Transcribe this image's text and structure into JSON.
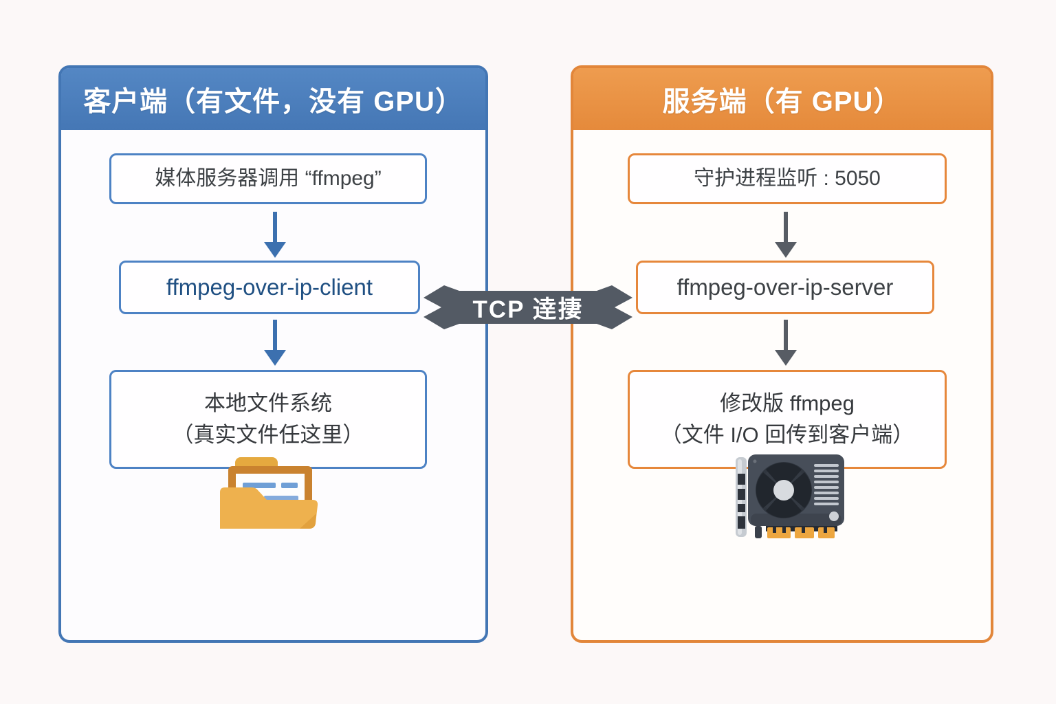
{
  "page": {
    "background_color": "#fcf8f8"
  },
  "client": {
    "title": "客户端（有文件，没有 GPU）",
    "accent_color": "#4a7cb9",
    "border_color": "#4376b4",
    "arrow_color": "#3c70af",
    "boxes": [
      {
        "text": "媒体服务器调用 “ffmpeg”"
      },
      {
        "text": "ffmpeg-over-ip-client"
      },
      {
        "lines": [
          "本地文件系统",
          "（真实文件任这里）"
        ]
      }
    ],
    "icon": "folder-open-icon"
  },
  "server": {
    "title": "服务端（有 GPU）",
    "accent_color": "#e8923f",
    "border_color": "#e2863a",
    "arrow_color": "#575c64",
    "boxes": [
      {
        "text": "守护进程监听 : 5050"
      },
      {
        "text": "ffmpeg-over-ip-server"
      },
      {
        "lines": [
          "修改版 ffmpeg",
          "（文件 I/O 回传到客户端）"
        ]
      }
    ],
    "icon": "gpu-card-icon"
  },
  "connection": {
    "label": "TCP 逹捿",
    "type": "double-arrow",
    "color": "#535a64"
  }
}
